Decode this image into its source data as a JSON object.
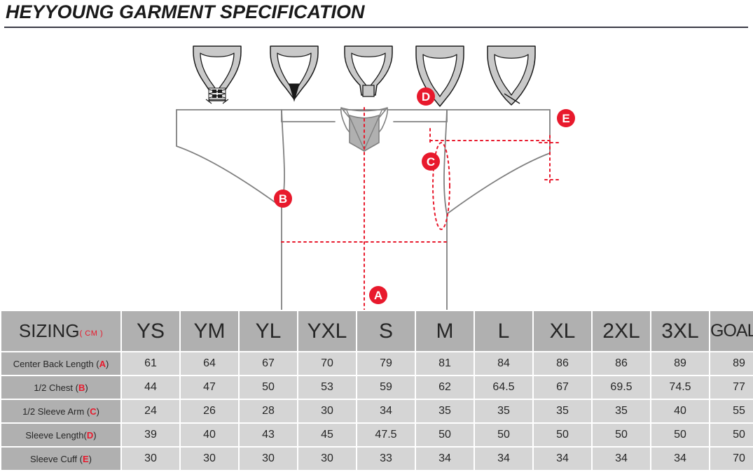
{
  "header": {
    "title": "HEYYOUNG GARMENT SPECIFICATION"
  },
  "diagram": {
    "name": "hockey-jersey-technical-drawing",
    "collar_styles": [
      {
        "name": "laced-collar",
        "label": ""
      },
      {
        "name": "v-point-collar",
        "label": ""
      },
      {
        "name": "tapered-v-collar",
        "label": ""
      },
      {
        "name": "deep-v-collar",
        "label": "D"
      },
      {
        "name": "crossover-v-collar",
        "label": ""
      }
    ],
    "markers": [
      {
        "code": "A",
        "name": "center-back-length-marker"
      },
      {
        "code": "B",
        "name": "half-chest-marker"
      },
      {
        "code": "C",
        "name": "half-sleeve-arm-marker"
      },
      {
        "code": "D",
        "name": "sleeve-length-marker"
      },
      {
        "code": "E",
        "name": "sleeve-cuff-marker"
      }
    ],
    "accent_color": "#e8192c",
    "outline_color": "#808080",
    "fill_color": "#c9c9c9"
  },
  "table": {
    "label_header": "SIZING",
    "unit": "( CM )",
    "columns": [
      "YS",
      "YM",
      "YL",
      "YXL",
      "S",
      "M",
      "L",
      "XL",
      "2XL",
      "3XL",
      "GOALIE"
    ],
    "rows": [
      {
        "label": "Center  Back Length",
        "code": "A",
        "values": [
          "61",
          "64",
          "67",
          "70",
          "79",
          "81",
          "84",
          "86",
          "86",
          "89",
          "89"
        ]
      },
      {
        "label": "1/2 Chest",
        "code": "B",
        "values": [
          "44",
          "47",
          "50",
          "53",
          "59",
          "62",
          "64.5",
          "67",
          "69.5",
          "74.5",
          "77"
        ]
      },
      {
        "label": "1/2 Sleeve Arm",
        "code": "C",
        "values": [
          "24",
          "26",
          "28",
          "30",
          "34",
          "35",
          "35",
          "35",
          "35",
          "40",
          "55"
        ]
      },
      {
        "label": "Sleeve  Length",
        "code": "D",
        "values": [
          "39",
          "40",
          "43",
          "45",
          "47.5",
          "50",
          "50",
          "50",
          "50",
          "50",
          "50"
        ]
      },
      {
        "label": "Sleeve  Cuff",
        "code": "E",
        "values": [
          "30",
          "30",
          "30",
          "30",
          "33",
          "34",
          "34",
          "34",
          "34",
          "34",
          "70"
        ]
      }
    ]
  },
  "colors": {
    "header_bg": "#b0b0b0",
    "cell_bg": "#d5d5d5",
    "accent": "#e8192c",
    "text": "#262626"
  }
}
